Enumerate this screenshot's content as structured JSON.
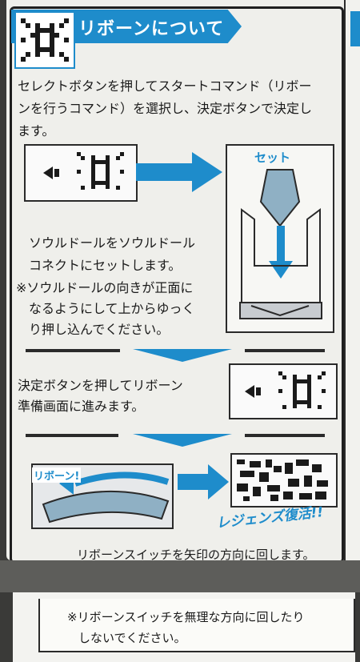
{
  "header": {
    "title": "リボーンについて",
    "icon": "reborn-pixel-icon"
  },
  "steps": {
    "intro_line1": "セレクトボタンを押してスタートコマンド（リボー",
    "intro_line2": "ンを行うコマンド）を選択し、決定ボタンで決定し",
    "intro_line3": "ます。",
    "set_label": "セット",
    "soul_line1": "ソウルドールをソウルドール",
    "soul_line2": "コネクトにセットします。",
    "soul_line3": "※ソウルドールの向きが正面に",
    "soul_line4": "なるようにして上からゆっく",
    "soul_line5": "り押し込んでください。",
    "confirm_line1": "決定ボタンを押してリボーン",
    "confirm_line2": "準備画面に進みます。",
    "reborn_label": "リボーン!",
    "legends_text": "レジェンズ復活!!",
    "switch_line": "リボーンスイッチを矢印の方向に回します。"
  },
  "note": {
    "line1": "※リボーンスイッチを無理な方向に回したり",
    "line2": "しないでください。"
  },
  "colors": {
    "accent": "#1e8ccb",
    "ink": "#1a1a1a",
    "paper": "#efefeb"
  }
}
